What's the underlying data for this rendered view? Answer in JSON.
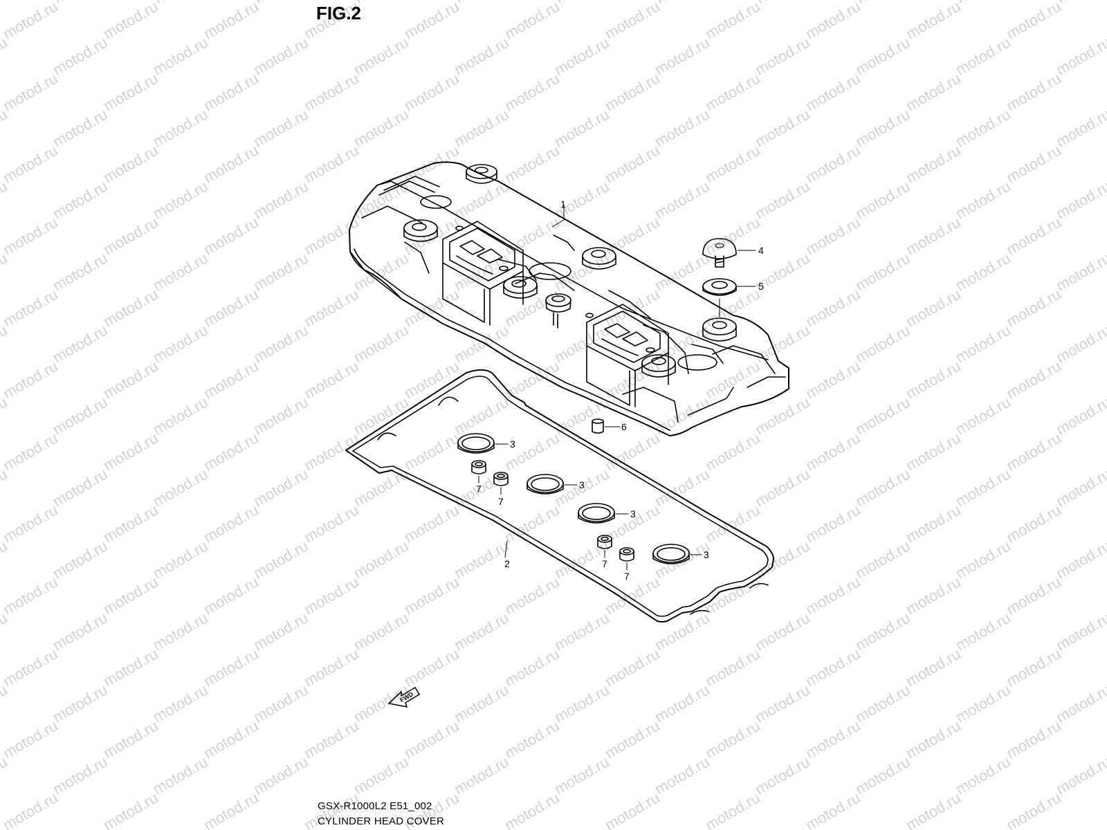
{
  "title": "FIG.2",
  "watermark": "motod.ru",
  "footer": {
    "model_code": "GSX-R1000L2 E51_002",
    "section": "CYLINDER HEAD COVER"
  },
  "fwd_label": "FWD",
  "callouts": {
    "cover": "1",
    "gasket": "2",
    "plug_seal_1": "3",
    "plug_seal_2": "3",
    "plug_seal_3": "3",
    "plug_seal_4": "3",
    "bolt": "4",
    "washer": "5",
    "dowel": "6",
    "seal_small_1": "7",
    "seal_small_2": "7",
    "seal_small_3": "7",
    "seal_small_4": "7"
  },
  "colors": {
    "line": "#000000",
    "watermark": "#d2d2d2",
    "background": "#ffffff"
  }
}
